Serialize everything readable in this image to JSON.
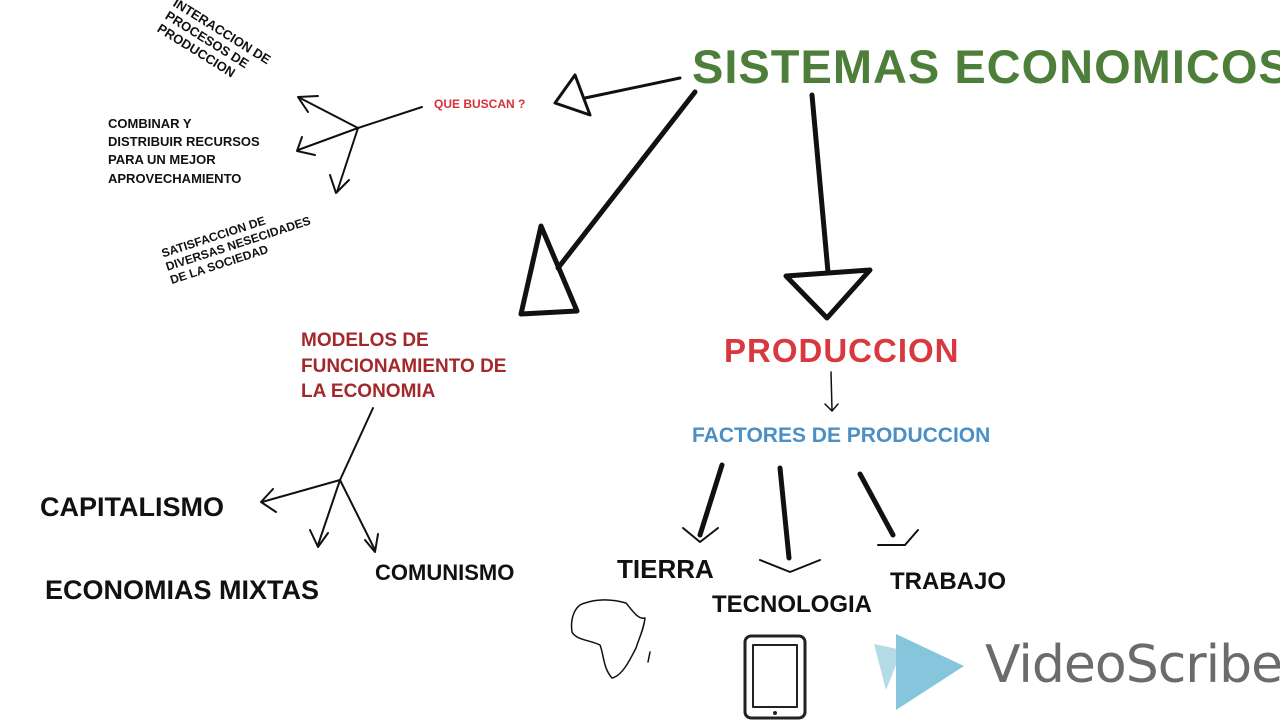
{
  "title": "SISTEMAS ECONOMICOS",
  "question": "QUE BUSCAN ?",
  "goals": [
    "INTERACCION DE\nPROCESOS DE\nPRODUCCION",
    "COMBINAR Y\nDISTRIBUIR RECURSOS\nPARA UN MEJOR\nAPROVECHAMIENTO",
    "SATISFACCION DE\nDIVERSAS NESECIDADES\nDE LA SOCIEDAD"
  ],
  "models": {
    "heading": "MODELOS DE\nFUNCIONAMIENTO DE\nLA ECONOMIA",
    "items": [
      "CAPITALISMO",
      "ECONOMIAS MIXTAS",
      "COMUNISMO"
    ]
  },
  "production": {
    "heading": "PRODUCCION",
    "sub": "FACTORES DE PRODUCCION",
    "factors": [
      "TIERRA",
      "TECNOLOGIA",
      "TRABAJO"
    ]
  },
  "colors": {
    "title": "#4e7f3a",
    "production": "#d8383e",
    "factors": "#4b8fc4",
    "models": "#a3282c",
    "question": "#d6303a"
  },
  "watermark": "VideoScribe"
}
